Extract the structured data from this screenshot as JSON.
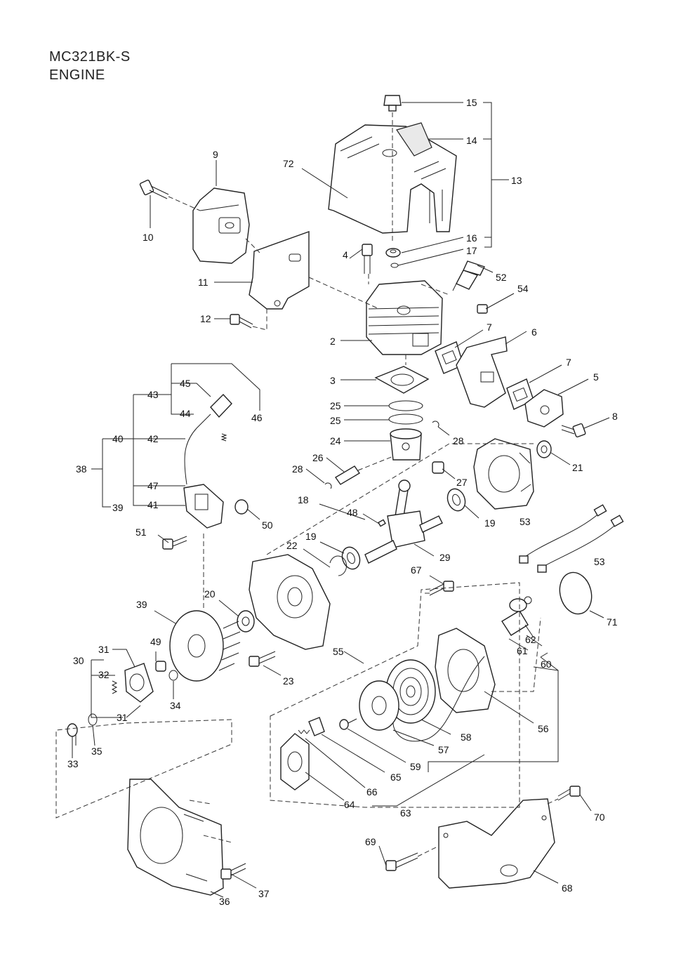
{
  "title": {
    "model": "MC321BK-S",
    "section": "ENGINE"
  },
  "labels": [
    {
      "id": "l15",
      "text": "15"
    },
    {
      "id": "l14",
      "text": "14"
    },
    {
      "id": "l13",
      "text": "13"
    },
    {
      "id": "l9",
      "text": "9"
    },
    {
      "id": "l72",
      "text": "72"
    },
    {
      "id": "l10",
      "text": "10"
    },
    {
      "id": "l4",
      "text": "4"
    },
    {
      "id": "l16",
      "text": "16"
    },
    {
      "id": "l17",
      "text": "17"
    },
    {
      "id": "l52",
      "text": "52"
    },
    {
      "id": "l11",
      "text": "11"
    },
    {
      "id": "l54",
      "text": "54"
    },
    {
      "id": "l12",
      "text": "12"
    },
    {
      "id": "l2",
      "text": "2"
    },
    {
      "id": "l7a",
      "text": "7"
    },
    {
      "id": "l6",
      "text": "6"
    },
    {
      "id": "l7b",
      "text": "7"
    },
    {
      "id": "l5",
      "text": "5"
    },
    {
      "id": "l3",
      "text": "3"
    },
    {
      "id": "l45",
      "text": "45"
    },
    {
      "id": "l43",
      "text": "43"
    },
    {
      "id": "l44",
      "text": "44"
    },
    {
      "id": "l46",
      "text": "46"
    },
    {
      "id": "l25a",
      "text": "25"
    },
    {
      "id": "l25b",
      "text": "25"
    },
    {
      "id": "l8",
      "text": "8"
    },
    {
      "id": "l40",
      "text": "40"
    },
    {
      "id": "l42",
      "text": "42"
    },
    {
      "id": "l24",
      "text": "24"
    },
    {
      "id": "l28a",
      "text": "28"
    },
    {
      "id": "l38",
      "text": "38"
    },
    {
      "id": "l26",
      "text": "26"
    },
    {
      "id": "l21",
      "text": "21"
    },
    {
      "id": "l28b",
      "text": "28"
    },
    {
      "id": "l27",
      "text": "27"
    },
    {
      "id": "l47",
      "text": "47"
    },
    {
      "id": "l39a",
      "text": "39"
    },
    {
      "id": "l41",
      "text": "41"
    },
    {
      "id": "l18",
      "text": "18"
    },
    {
      "id": "l48",
      "text": "48"
    },
    {
      "id": "l19a",
      "text": "19"
    },
    {
      "id": "l53a",
      "text": "53"
    },
    {
      "id": "l50",
      "text": "50"
    },
    {
      "id": "l51",
      "text": "51"
    },
    {
      "id": "l19b",
      "text": "19"
    },
    {
      "id": "l22",
      "text": "22"
    },
    {
      "id": "l53b",
      "text": "53"
    },
    {
      "id": "l29",
      "text": "29"
    },
    {
      "id": "l67",
      "text": "67"
    },
    {
      "id": "l20",
      "text": "20"
    },
    {
      "id": "l39b",
      "text": "39"
    },
    {
      "id": "l71",
      "text": "71"
    },
    {
      "id": "l49",
      "text": "49"
    },
    {
      "id": "l62",
      "text": "62"
    },
    {
      "id": "l31a",
      "text": "31"
    },
    {
      "id": "l55",
      "text": "55"
    },
    {
      "id": "l61",
      "text": "61"
    },
    {
      "id": "l30",
      "text": "30"
    },
    {
      "id": "l60",
      "text": "60"
    },
    {
      "id": "l32",
      "text": "32"
    },
    {
      "id": "l23",
      "text": "23"
    },
    {
      "id": "l34",
      "text": "34"
    },
    {
      "id": "l31b",
      "text": "31"
    },
    {
      "id": "l56",
      "text": "56"
    },
    {
      "id": "l58",
      "text": "58"
    },
    {
      "id": "l57",
      "text": "57"
    },
    {
      "id": "l35",
      "text": "35"
    },
    {
      "id": "l33",
      "text": "33"
    },
    {
      "id": "l59",
      "text": "59"
    },
    {
      "id": "l65",
      "text": "65"
    },
    {
      "id": "l66",
      "text": "66"
    },
    {
      "id": "l64",
      "text": "64"
    },
    {
      "id": "l63",
      "text": "63"
    },
    {
      "id": "l70",
      "text": "70"
    },
    {
      "id": "l69",
      "text": "69"
    },
    {
      "id": "l68",
      "text": "68"
    },
    {
      "id": "l36",
      "text": "36"
    },
    {
      "id": "l37",
      "text": "37"
    }
  ]
}
